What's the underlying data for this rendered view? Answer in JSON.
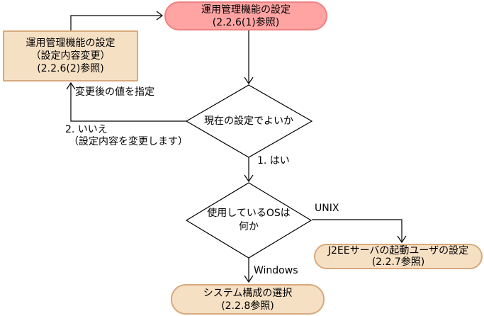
{
  "colors": {
    "pink_fill": "#FFA3A3",
    "pink_border": "#EE8282",
    "peach_fill": "#F6E0C4",
    "peach_border": "#D9A97C",
    "decision_fill": "#FFFFFF",
    "line": "#000000",
    "text": "#000000",
    "background": "#FFFFFF"
  },
  "nodes": {
    "top": {
      "line1": "運用管理機能の設定",
      "line2": "(2.2.6(1)参照)"
    },
    "left": {
      "line1": "運用管理機能の設定",
      "line2": "（設定内容変更）",
      "line3": "(2.2.6(2)参照)"
    },
    "decision_current": {
      "line1": "現在の設定でよいか"
    },
    "decision_os": {
      "line1": "使用しているOSは",
      "line2": "何か"
    },
    "j2ee": {
      "line1": "J2EEサーバの起動ユーザの設定",
      "line2": "(2.2.7参照)"
    },
    "system": {
      "line1": "システム構成の選択",
      "line2": "(2.2.8参照)"
    }
  },
  "edge_labels": {
    "change_value": "変更後の値を指定",
    "no_line1": "2. いいえ",
    "no_line2": "（設定内容を変更します）",
    "yes": "1. はい",
    "unix": "UNIX",
    "windows": "Windows"
  }
}
